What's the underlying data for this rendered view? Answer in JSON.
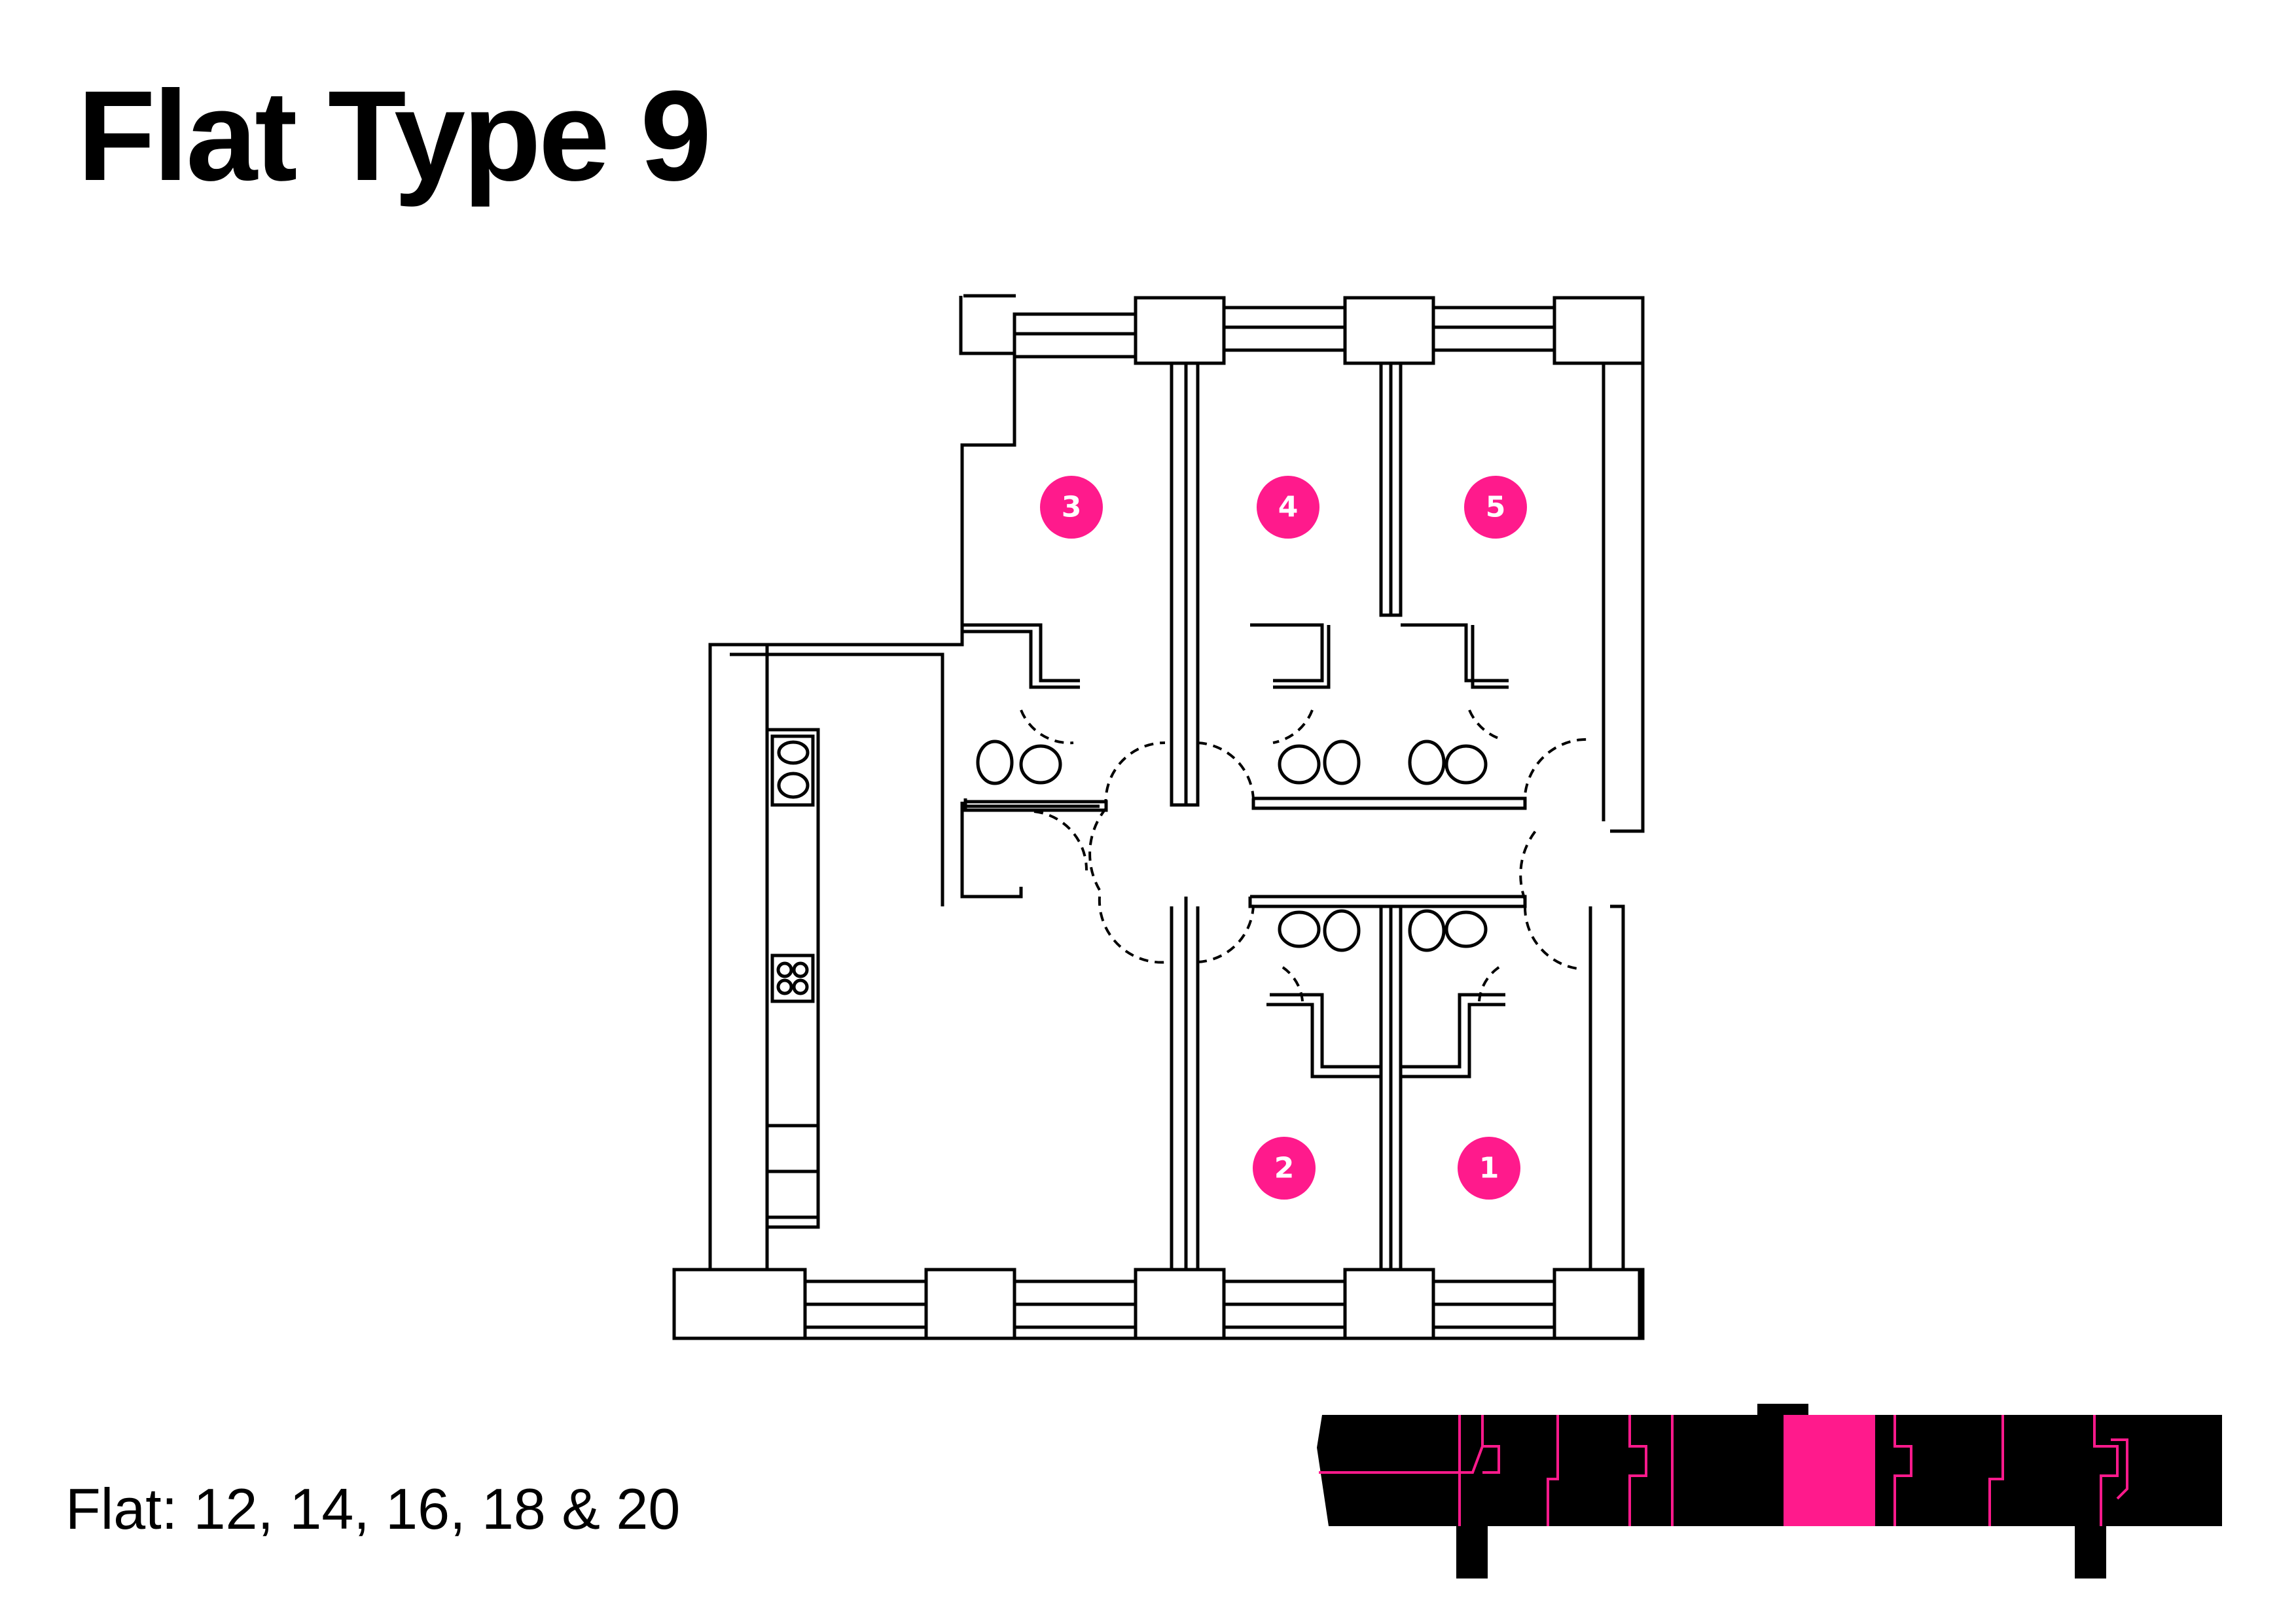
{
  "title": "Flat Type 9",
  "flats_caption": "Flat: 12, 14, 16, 18 & 20",
  "rooms": [
    "1",
    "2",
    "3",
    "4",
    "5"
  ],
  "colors": {
    "accent": "#ff1a8c",
    "line": "#000000",
    "background": "#ffffff"
  }
}
